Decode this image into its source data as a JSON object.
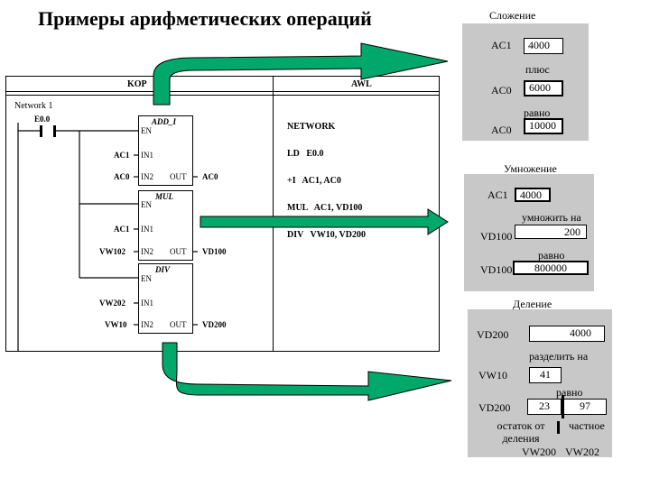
{
  "title": "Примеры арифметических операций",
  "kop": {
    "header_left": "KOP",
    "header_right": "AWL",
    "network_label": "Network 1",
    "contact": "E0.0",
    "blocks": [
      {
        "name": "ADD_I",
        "en": "EN",
        "in1": "IN1",
        "in2": "IN2",
        "out": "OUT",
        "in1_op": "AC1",
        "in2_op": "AC0",
        "out_op": "AC0"
      },
      {
        "name": "MUL",
        "en": "EN",
        "in1": "IN1",
        "in2": "IN2",
        "out": "OUT",
        "in1_op": "AC1",
        "in2_op": "VW102",
        "out_op": "VD100"
      },
      {
        "name": "DIV",
        "en": "EN",
        "in1": "IN1",
        "in2": "IN2",
        "out": "OUT",
        "in1_op": "VW202",
        "in2_op": "VW10",
        "out_op": "VD200"
      }
    ],
    "awl_lines": [
      "NETWORK",
      "LD   E0.0",
      "+I   AC1, AC0",
      "MUL   AC1, VD100",
      "DIV   VW10, VD200"
    ]
  },
  "addition": {
    "title": "Сложение",
    "r1_label": "AC1",
    "r1_value": "4000",
    "op1": "плюс",
    "r2_label": "AC0",
    "r2_value": "6000",
    "op2": "равно",
    "r3_label": "AC0",
    "r3_value": "10000"
  },
  "multiplication": {
    "title": "Умножение",
    "r1_label": "AC1",
    "r1_value": "4000",
    "op1": "умножить на",
    "r2_label": "VD100",
    "r2_value": "200",
    "op2": "равно",
    "r3_label": "VD100",
    "r3_value": "800000"
  },
  "division": {
    "title": "Деление",
    "r1_label": "VD200",
    "r1_value": "4000",
    "op1": "разделить на",
    "r2_label": "VW10",
    "r2_value": "41",
    "op2": "равно",
    "r3_label": "VD200",
    "rem_value": "23",
    "quot_value": "97",
    "rem_label": "остаток от\nделения",
    "quot_label": "частное",
    "rem_reg": "VW200",
    "quot_reg": "VW202"
  },
  "colors": {
    "arrow": "#00a86b",
    "panel": "#c8c8c8"
  }
}
